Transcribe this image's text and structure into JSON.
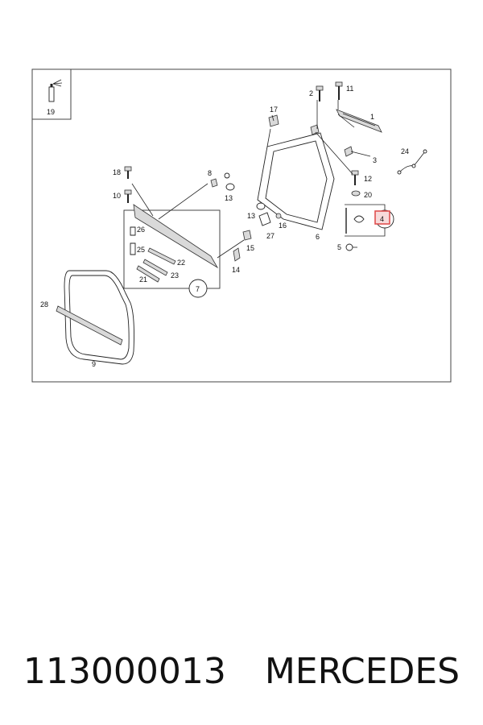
{
  "diagram": {
    "parts": {
      "p1": "1",
      "p2": "2",
      "p3": "3",
      "p4": "4",
      "p5": "5",
      "p6": "6",
      "p7": "7",
      "p8": "8",
      "p9": "9",
      "p10": "10",
      "p11": "11",
      "p12": "12",
      "p13": "13",
      "p14": "14",
      "p15": "15",
      "p16": "16",
      "p17": "17",
      "p18": "18",
      "p19": "19",
      "p20": "20",
      "p21": "21",
      "p22": "22",
      "p23": "23",
      "p24": "24",
      "p25": "25",
      "p26": "26",
      "p27": "27",
      "p28": "28"
    },
    "highlighted_part": "4",
    "highlight_color": "#e05050"
  },
  "caption": {
    "part_number": "113000013",
    "brand": "MERCEDES"
  }
}
